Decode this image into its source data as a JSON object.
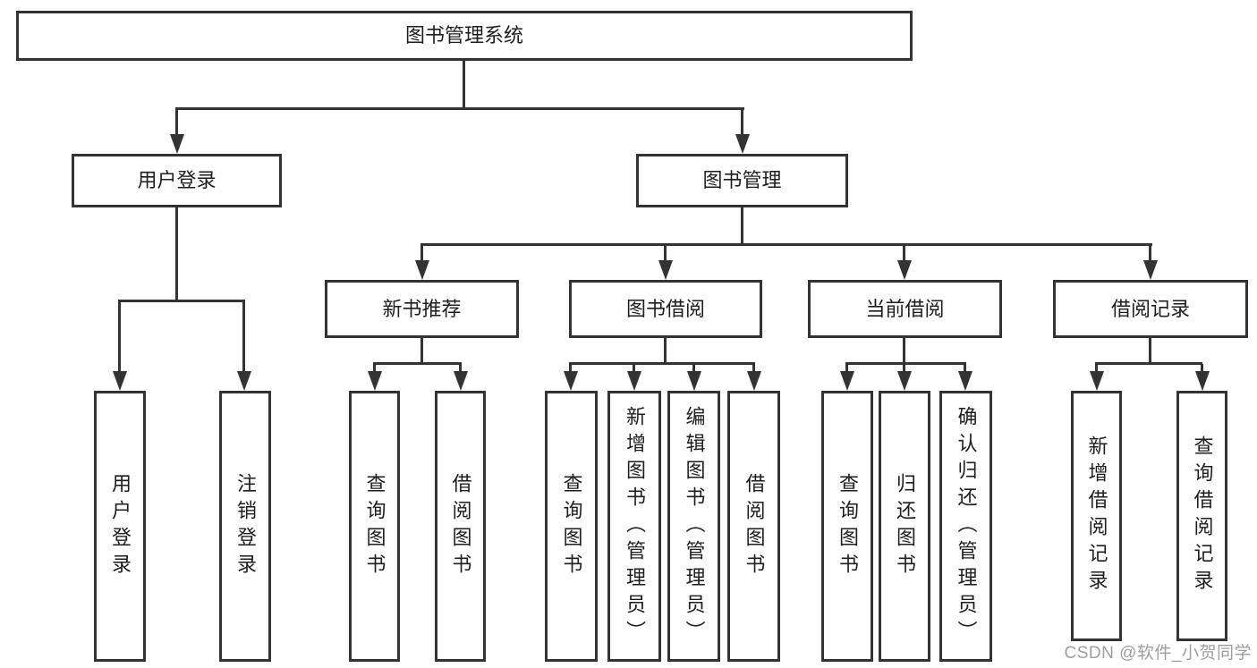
{
  "diagram": {
    "root": {
      "label": "图书管理系统"
    },
    "branches": [
      {
        "label": "用户登录",
        "children": [
          {
            "label": "用户登录"
          },
          {
            "label": "注销登录"
          }
        ]
      },
      {
        "label": "图书管理",
        "children": [
          {
            "label": "新书推荐",
            "children": [
              {
                "label": "查询图书"
              },
              {
                "label": "借阅图书"
              }
            ]
          },
          {
            "label": "图书借阅",
            "children": [
              {
                "label": "查询图书"
              },
              {
                "label": "新增图书（管理员）"
              },
              {
                "label": "编辑图书（管理员）"
              },
              {
                "label": "借阅图书"
              }
            ]
          },
          {
            "label": "当前借阅",
            "children": [
              {
                "label": "查询图书"
              },
              {
                "label": "归还图书"
              },
              {
                "label": "确认归还（管理员）"
              }
            ]
          },
          {
            "label": "借阅记录",
            "children": [
              {
                "label": "新增借阅记录"
              },
              {
                "label": "查询借阅记录"
              }
            ]
          }
        ]
      }
    ],
    "watermark": {
      "text": "CSDN @软件_小贺同学"
    },
    "colors": {
      "line": "#333333",
      "box_border": "#333333",
      "box_fill": "#ffffff",
      "text": "#1e1e1e",
      "watermark": "#9e9e9e",
      "background": "#ffffff"
    }
  }
}
